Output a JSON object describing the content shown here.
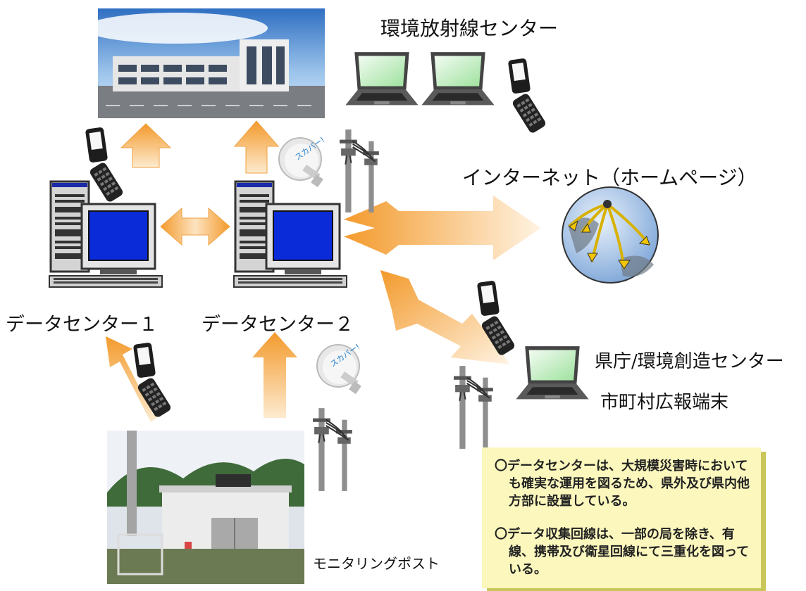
{
  "labels": {
    "center_top": "環境放射線センター",
    "internet": "インターネット（ホームページ）",
    "datacenter1": "データセンター１",
    "datacenter2": "データセンター２",
    "pref_office": "県庁/環境創造センター",
    "municipal": "市町村広報端末",
    "monitoring_post": "モニタリングポスト"
  },
  "notes": [
    "〇データセンターは、大規模災害時においても確実な運用を図るため、県外及び県内他方部に設置している。",
    "〇データ収集回線は、一部の局を除き、有線、携帯及び衛星回線にて三重化を図っている。"
  ],
  "satellite_dish_text": "スカパー!",
  "colors": {
    "arrow_light": "#fdebd0",
    "arrow_dark": "#f39a2c",
    "screen_blue": "#0a2bd8",
    "note_bg": "#fbf7bd",
    "globe": "#8fb4e0"
  }
}
